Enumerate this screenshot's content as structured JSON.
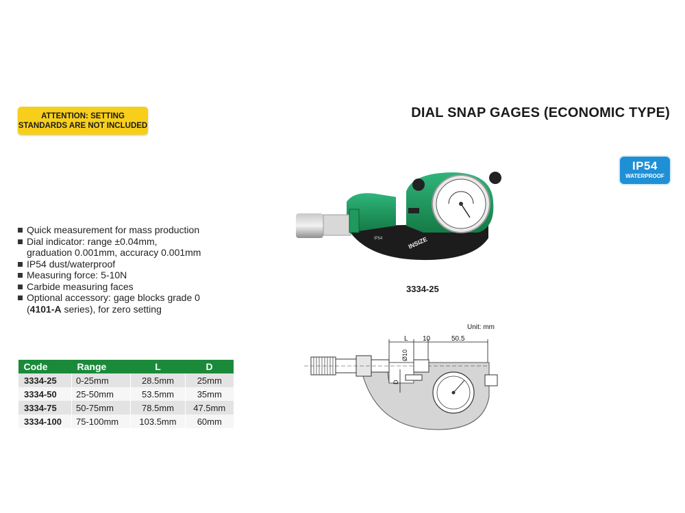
{
  "attention": {
    "line1": "ATTENTION: SETTING",
    "line2": "STANDARDS ARE NOT INCLUDED"
  },
  "title": "DIAL SNAP GAGES (ECONOMIC TYPE)",
  "badge": {
    "main": "IP54",
    "sub": "WATERPROOF"
  },
  "product_photo": {
    "brand_text": "INSIZE",
    "ip_text": "IP54"
  },
  "model_label": "3334-25",
  "features": [
    {
      "text": "Quick measurement for mass production"
    },
    {
      "text": "Dial indicator: range ±0.04mm,",
      "cont": "graduation 0.001mm, accuracy 0.001mm"
    },
    {
      "text": "IP54 dust/waterproof"
    },
    {
      "text": "Measuring force: 5-10N"
    },
    {
      "text": "Carbide measuring faces"
    },
    {
      "text": "Optional accessory: gage blocks grade 0",
      "cont_bold": "4101-A",
      "cont_pre": "(",
      "cont_post": " series), for zero setting"
    }
  ],
  "table": {
    "headers": [
      "Code",
      "Range",
      "L",
      "D"
    ],
    "rows": [
      [
        "3334-25",
        "0-25mm",
        "28.5mm",
        "25mm"
      ],
      [
        "3334-50",
        "25-50mm",
        "53.5mm",
        "35mm"
      ],
      [
        "3334-75",
        "50-75mm",
        "78.5mm",
        "47.5mm"
      ],
      [
        "3334-100",
        "75-100mm",
        "103.5mm",
        "60mm"
      ]
    ]
  },
  "drawing": {
    "unit": "Unit: mm",
    "dim_L": "L",
    "dim_10": "10",
    "dim_505": "50.5",
    "dim_dia": "Ø10",
    "dim_D": "D"
  },
  "colors": {
    "header_green": "#1a8a3a",
    "attention_yellow": "#f7cf1b",
    "badge_blue": "#1f8fd6",
    "body_green": "#1f9a5e"
  }
}
